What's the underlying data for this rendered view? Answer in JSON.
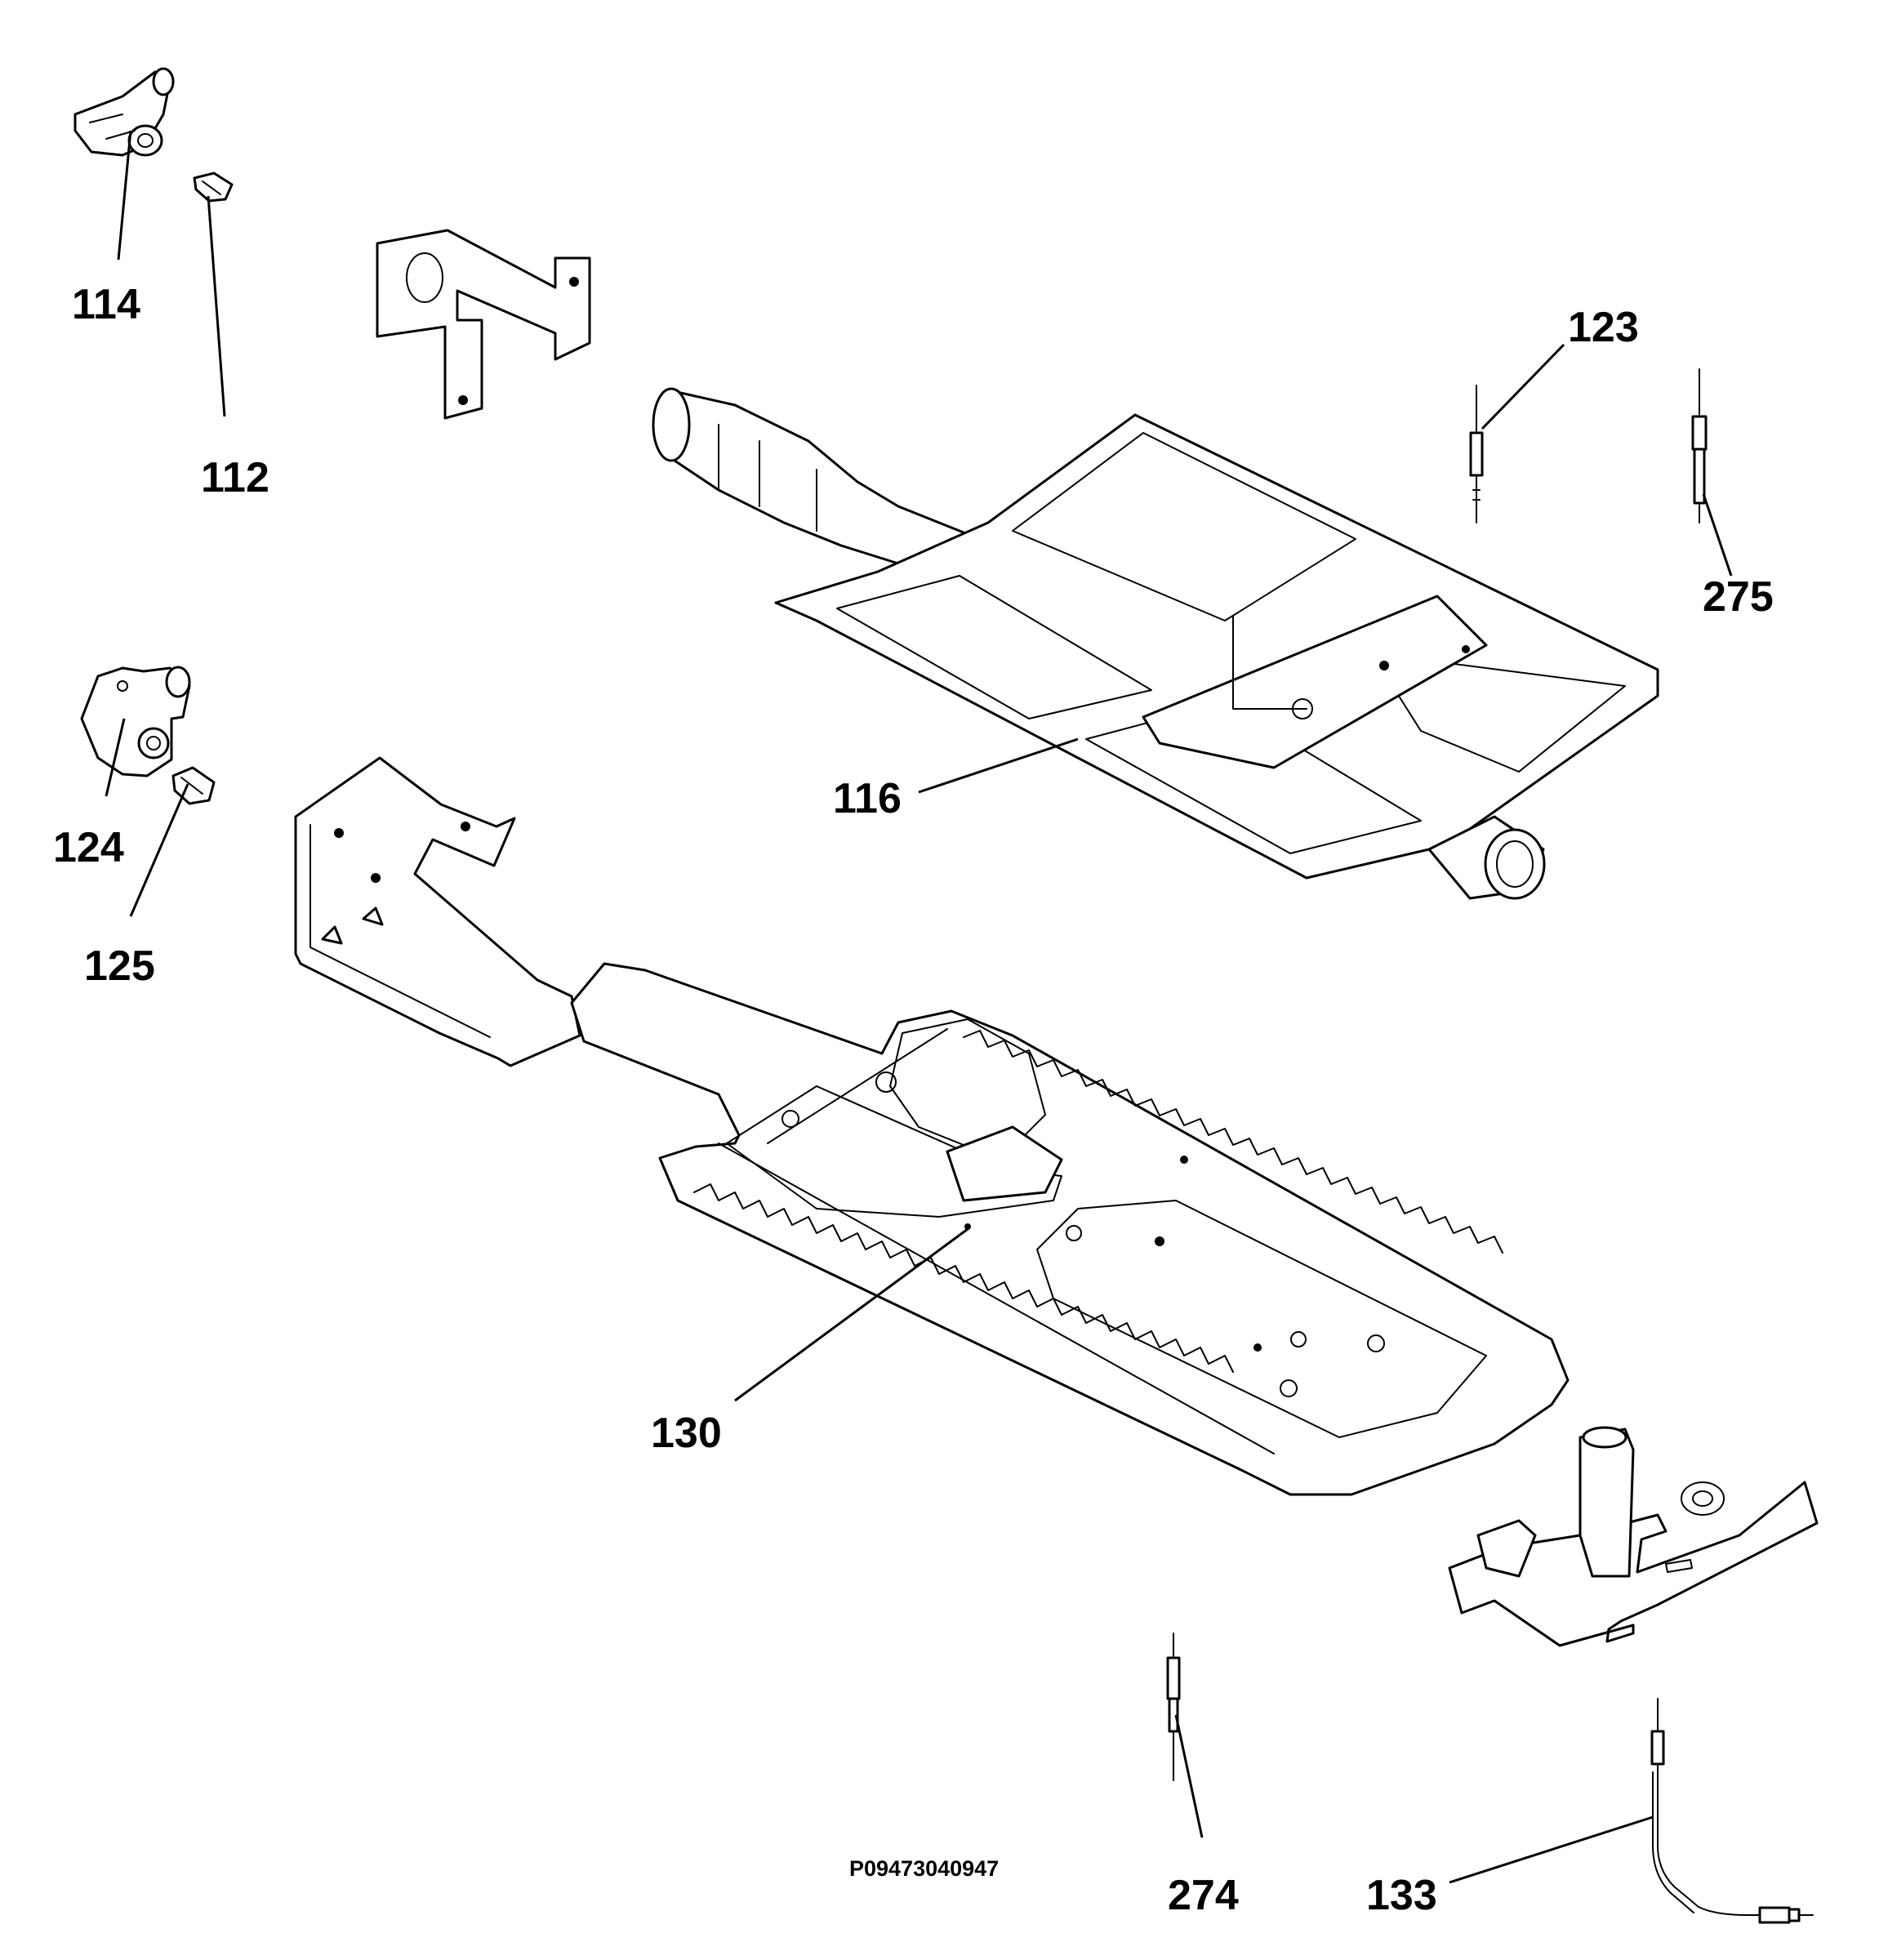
{
  "diagram": {
    "reference_code": "P09473040947",
    "callouts": {
      "c114": "114",
      "c112": "112",
      "c123": "123",
      "c275": "275",
      "c124": "124",
      "c116": "116",
      "c125": "125",
      "c130": "130",
      "c274": "274",
      "c133": "133"
    }
  }
}
